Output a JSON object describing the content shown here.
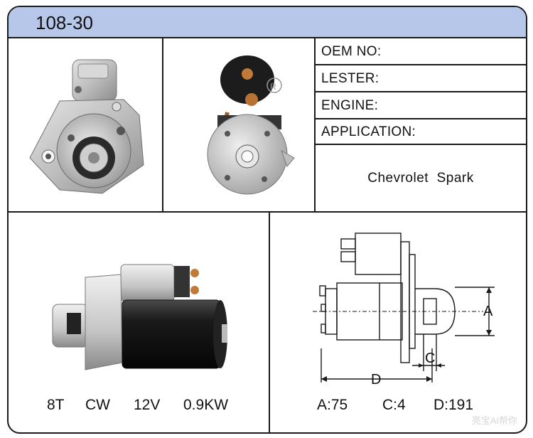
{
  "title": "108-30",
  "specs_table": {
    "oem_label": "OEM NO:",
    "lester_label": "LESTER:",
    "engine_label": "ENGINE:",
    "application_label": "APPLICATION:",
    "application_value": "Chevrolet  Spark"
  },
  "specs_line": {
    "teeth": "8T",
    "rotation": "CW",
    "voltage": "12V",
    "power": "0.9KW"
  },
  "dimensions": {
    "a_label": "A",
    "c_label": "C",
    "d_label": "D",
    "a_value": "A:75",
    "c_value": "C:4",
    "d_value": "D:191"
  },
  "watermark": "亮宝AI帮你"
}
